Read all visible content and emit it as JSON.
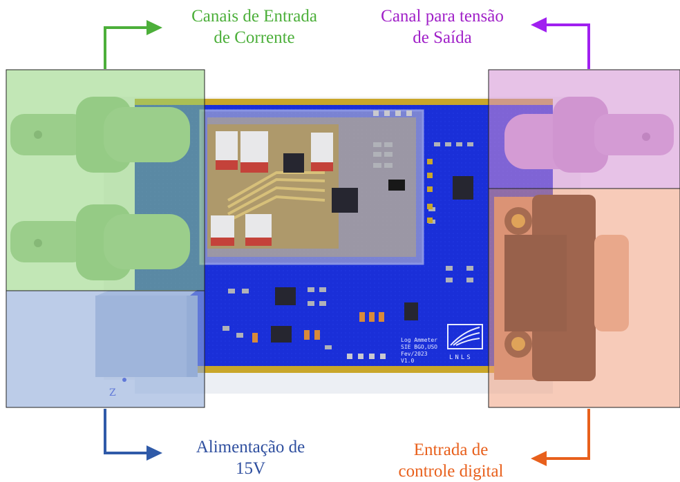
{
  "labels": {
    "current_inputs": {
      "line1": "Canais de Entrada",
      "line2": "de Corrente",
      "color": "#4caf3a"
    },
    "voltage_output": {
      "line1": "Canal para tensão",
      "line2": "de Saída",
      "color": "#a020c8"
    },
    "power": {
      "line1": "Alimentação de",
      "line2": "15V",
      "color": "#2f4f9f"
    },
    "digital_control": {
      "line1": "Entrada de",
      "line2": "controle digital",
      "color": "#e8601c"
    }
  },
  "board": {
    "silkscreen": [
      "Log Ammeter",
      "SIE BGO,USO",
      "Fev/2023",
      "V1.0"
    ],
    "logo_text": "LNLS",
    "colors": {
      "pcb": "#1a2fd8",
      "gold": "#c9a62a",
      "shield": "#b9c4d8"
    }
  },
  "regions": {
    "current": "#8fd47a",
    "power": "#8faad8",
    "voltage": "#d48fd4",
    "digital": "#f0a080"
  }
}
